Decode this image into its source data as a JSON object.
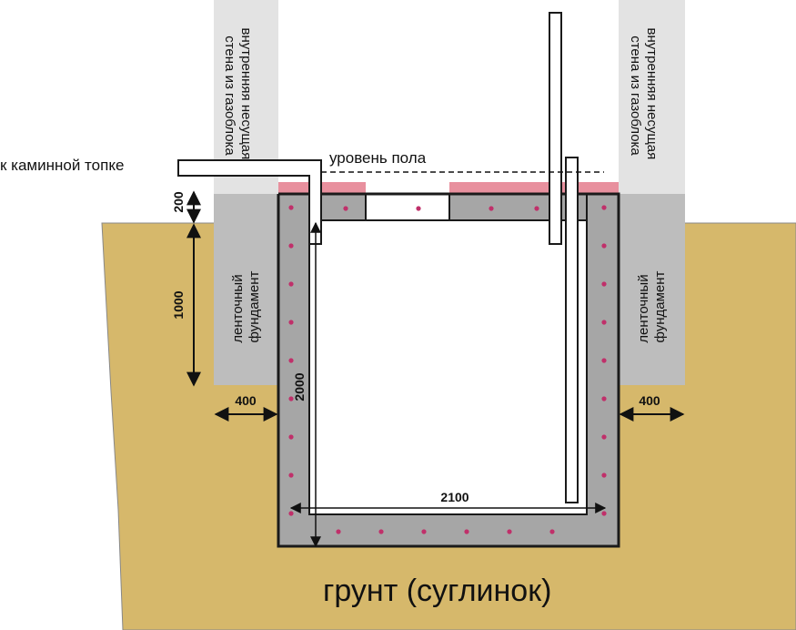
{
  "labels": {
    "wall_left": [
      "внутренняя несущая",
      "стена из газоблока"
    ],
    "wall_right": [
      "внутренняя несущая",
      "стена из газоблока"
    ],
    "foundation_left": [
      "ленточный",
      "фундамент"
    ],
    "foundation_right": [
      "ленточный",
      "фундамент"
    ],
    "fireplace": "к каминной топке",
    "floor_level": "уровень пола",
    "ground": "грунт (суглинок)"
  },
  "dimensions": {
    "slab": "200",
    "foundation_depth": "1000",
    "pit_depth": "2000",
    "pit_width": "2100",
    "side_left": "400",
    "side_right": "400"
  },
  "colors": {
    "ground": "#d6b86b",
    "wall": "#e3e3e3",
    "foundation": "#bdbdbd",
    "concrete": "#a6a6a6",
    "pink": "#e8909e",
    "rebar": "#c0306a",
    "outline": "#1a1a1a"
  }
}
